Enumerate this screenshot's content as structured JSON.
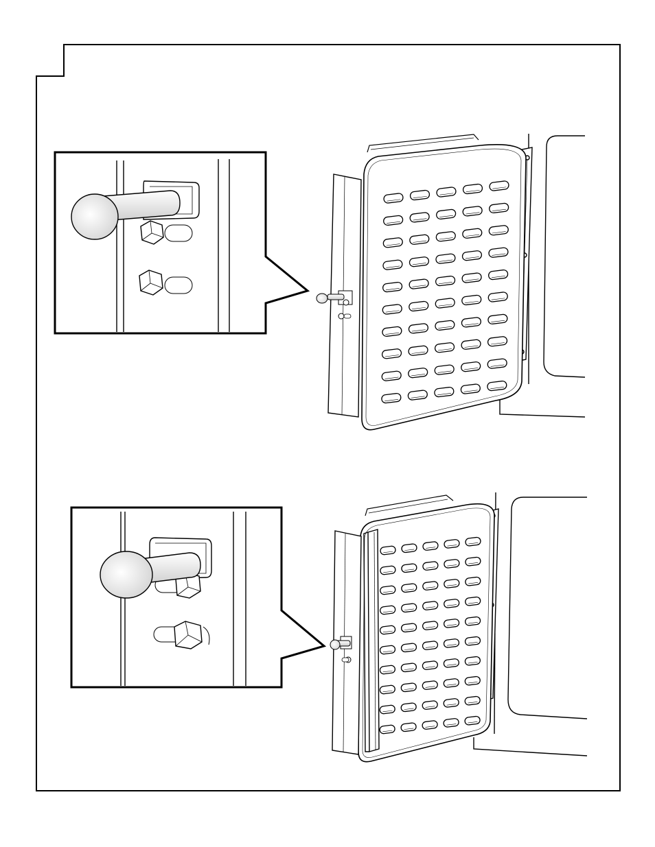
{
  "step": {
    "number": ""
  },
  "figure": {
    "panels": [
      {
        "state": "pin-inserted"
      },
      {
        "state": "pin-retracted-door-open"
      }
    ],
    "louver_grid": {
      "rows": 10,
      "cols": 5
    }
  },
  "colors": {
    "line": "#000000",
    "fill": "#ffffff",
    "shade": "#e9e9e9"
  }
}
